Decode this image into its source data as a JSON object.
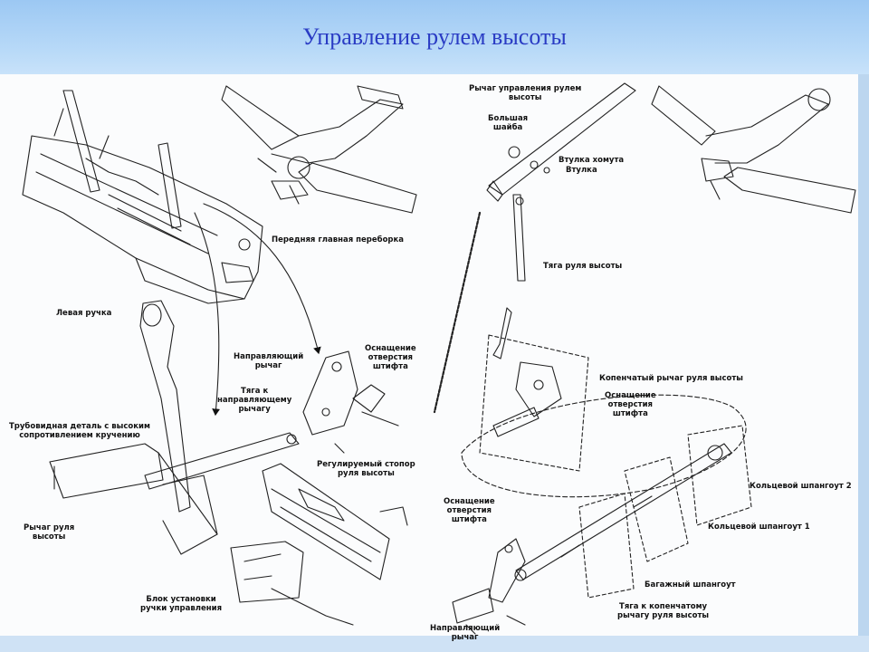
{
  "slide": {
    "title": "Управление рулем высоты"
  },
  "labels": {
    "front_bulkhead": "Передняя главная переборка",
    "left_handle": "Левая ручка",
    "guide_lever_left": "Направляющий\nрычаг",
    "pin_hole_equipment_left": "Оснащение\nотверстия\nштифта",
    "rod_to_guide_lever": "Тяга к\nнаправляющему\nрычагу",
    "torque_tube": "Трубовидная деталь с высоким\nсопротивлением кручению",
    "elevator_lever": "Рычаг руля\nвысоты",
    "adjustable_stop": "Регулируемый стопор\nруля высоты",
    "control_mount_block": "Блок установки\nручки управления",
    "elevator_control_lever": "Рычаг управления рулем\nвысоты",
    "large_washer": "Большая\nшайба",
    "clamp_bushing": "Втулка хомута",
    "bushing": "Втулка",
    "elevator_rod": "Тяга  руля высоты",
    "elevator_bellcrank": "Копенчатый рычаг руля высоты",
    "pin_hole_equipment_mid": "Оснащение\nотверстия\nштифта",
    "ring_frame_2": "Кольцевой шпангоут 2",
    "ring_frame_1": "Кольцевой шпангоут 1",
    "pin_hole_equipment_low": "Оснащение\nотверстия\nштифта",
    "baggage_frame": "Багажный шпангоут",
    "rod_to_bellcrank": "Тяга к копенчатому\nрычагу руля высоты",
    "guide_lever_bottom": "Направляющий\nрычаг"
  }
}
